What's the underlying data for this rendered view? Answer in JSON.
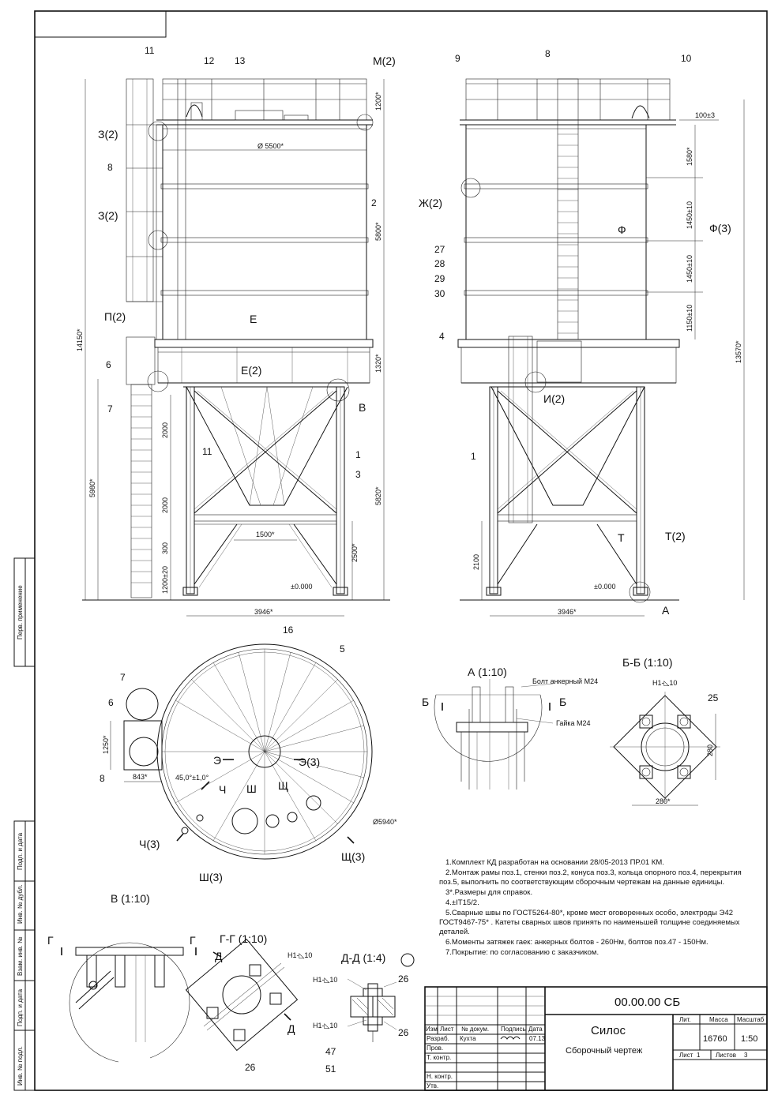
{
  "sheet": {
    "designation": "00.00.00 СБ",
    "title": "Силос",
    "subtitle": "Сборочный чертеж",
    "mass": "16760",
    "scale": "1:50",
    "sheet_no": "1",
    "sheets_total": "3",
    "lit_label": "Лит.",
    "mass_label": "Масса",
    "scale_label": "Масштаб",
    "sheet_label": "Лист",
    "sheets_label": "Листов"
  },
  "title_block": {
    "headers": [
      "Изм",
      "Лист",
      "№ докум.",
      "Подпись",
      "Дата"
    ],
    "rows": [
      {
        "role": "Разраб.",
        "name": "Кухта",
        "date": "07.13"
      },
      {
        "role": "Пров.",
        "name": "",
        "date": ""
      },
      {
        "role": "Т. контр.",
        "name": "",
        "date": ""
      },
      {
        "role": "",
        "name": "",
        "date": ""
      },
      {
        "role": "Н. контр.",
        "name": "",
        "date": ""
      },
      {
        "role": "Утв.",
        "name": "",
        "date": ""
      }
    ]
  },
  "side_strip": [
    "Перв. применение",
    "Подп. и дата",
    "Инв. № дубл.",
    "Взам. инв. №",
    "Подп. и дата",
    "Инв. № подл."
  ],
  "notes": [
    "1.Комплект КД разработан на основании 28/05-2013 ПР.01 КМ.",
    "2.Монтаж рамы поз.1, стенки поз.2, конуса поз.3, кольца опорного поз.4, перекрытия",
    "поз.5, выполнить по соответствующим сборочным чертежам на данные единицы.",
    "3*.Размеры для справок.",
    "4.±IT15/2.",
    "5.Сварные швы по ГОСТ5264-80*, кроме мест оговоренных особо, электроды Э42",
    "ГОСТ9467-75* . Катеты сварных швов принять по наименьшей толщине соединяемых",
    "деталей.",
    "6.Моменты затяжек гаек: анкерных болтов - 260Нм, болтов поз.47 - 150Нм.",
    "7.Покрытие: по согласованию с заказчиком."
  ],
  "front_view": {
    "positions": [
      "11",
      "12",
      "13",
      "М(2)",
      "З(2)",
      "8",
      "З(2)",
      "2",
      "П(2)",
      "6",
      "7",
      "Е",
      "Е(2)",
      "В",
      "1",
      "3",
      "11"
    ],
    "dims": [
      "Ø 5500*",
      "1200*",
      "5800*",
      "1320*",
      "14150*",
      "5980*",
      "5820*",
      "2000",
      "2000",
      "300",
      "1200±20",
      "1500*",
      "2500*",
      "±0.000",
      "3946*"
    ]
  },
  "side_view": {
    "positions": [
      "9",
      "8",
      "10",
      "Ж(2)",
      "27",
      "28",
      "29",
      "30",
      "4",
      "1",
      "И(2)",
      "Ф",
      "Ф(3)",
      "Т",
      "Т(2)",
      "А"
    ],
    "dims": [
      "100±3",
      "1580*",
      "1450±10",
      "1450±10",
      "1150±10",
      "13570*",
      "2100",
      "±0.000",
      "3946*"
    ]
  },
  "plan_view": {
    "positions": [
      "16",
      "5",
      "7",
      "6",
      "8",
      "Э",
      "Э(3)",
      "Ч",
      "Ш",
      "Щ",
      "Ч(3)",
      "Ш(3)",
      "Щ(3)"
    ],
    "dims": [
      "1250*",
      "843*",
      "45,0°±1,0°",
      "Ø5940*"
    ]
  },
  "detail_a": {
    "title": "А (1:10)",
    "callouts": [
      "Болт анкерный М24",
      "Гайка М24"
    ],
    "cuts": [
      "Б",
      "Б"
    ]
  },
  "section_bb": {
    "title": "Б-Б (1:10)",
    "weld": "Н1-◺10",
    "pos": "25",
    "dims": [
      "280",
      "280*"
    ]
  },
  "detail_v": {
    "title": "В (1:10)",
    "cuts": [
      "Г",
      "Г"
    ]
  },
  "section_gg": {
    "title": "Г-Г (1:10)",
    "weld": "Н1-◺10",
    "cuts": [
      "Д",
      "Д"
    ],
    "pos": "26"
  },
  "section_dd": {
    "title": "Д-Д (1:4)",
    "welds": [
      "Н1-◺10",
      "Н1-◺10"
    ],
    "positions": [
      "26",
      "26",
      "47",
      "51"
    ]
  }
}
